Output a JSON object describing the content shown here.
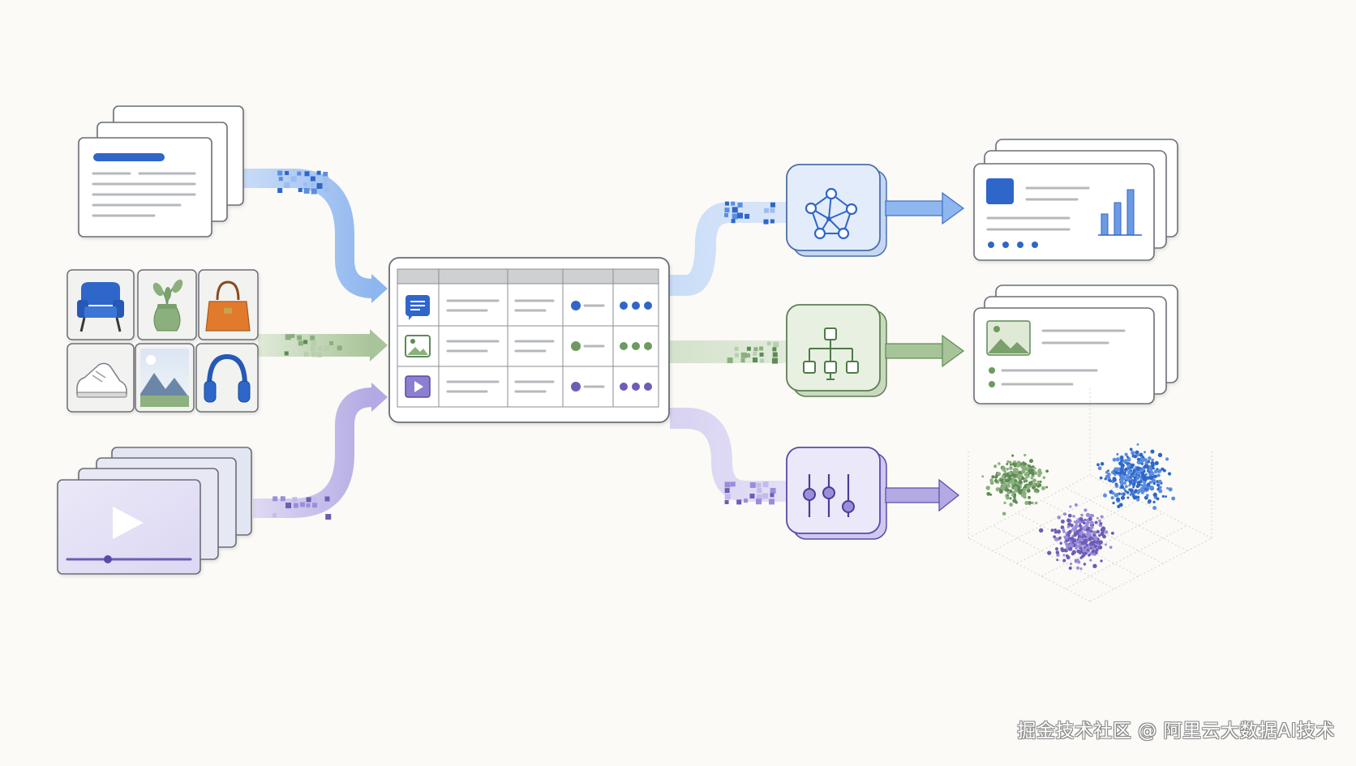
{
  "watermark": {
    "text": "掘金技术社区 @ 阿里云大数据AI技术"
  },
  "colors": {
    "background": "#fbfaf6",
    "text_blue": "#4f8be3",
    "image_green": "#8cb07a",
    "video_purple": "#9b91d6",
    "blue_dark": "#2f66c9",
    "green_dark": "#5d8a55",
    "purple_dark": "#6e5cb6",
    "card_border": "#6a6e76"
  },
  "inputs": [
    {
      "id": "documents",
      "icon": "document-stack-icon",
      "color": "blue"
    },
    {
      "id": "images",
      "icon": "image-grid-icon",
      "color": "green",
      "tiles": [
        "armchair-icon",
        "plant-icon",
        "handbag-icon",
        "sneaker-icon",
        "landscape-icon",
        "headphones-icon"
      ]
    },
    {
      "id": "videos",
      "icon": "video-stack-icon",
      "color": "purple"
    }
  ],
  "table": {
    "rows": [
      {
        "icon": "chat-icon",
        "color": "blue"
      },
      {
        "icon": "image-icon",
        "color": "green"
      },
      {
        "icon": "play-icon",
        "color": "purple"
      }
    ]
  },
  "processors": [
    {
      "icon": "network-graph-icon",
      "color": "blue"
    },
    {
      "icon": "hierarchy-icon",
      "color": "green"
    },
    {
      "icon": "sliders-icon",
      "color": "purple"
    }
  ],
  "outputs": [
    {
      "icon": "analytics-card-icon",
      "color": "blue"
    },
    {
      "icon": "image-card-icon",
      "color": "green"
    },
    {
      "icon": "scatter-clusters-icon",
      "clusters": [
        "green",
        "blue",
        "purple"
      ]
    }
  ]
}
